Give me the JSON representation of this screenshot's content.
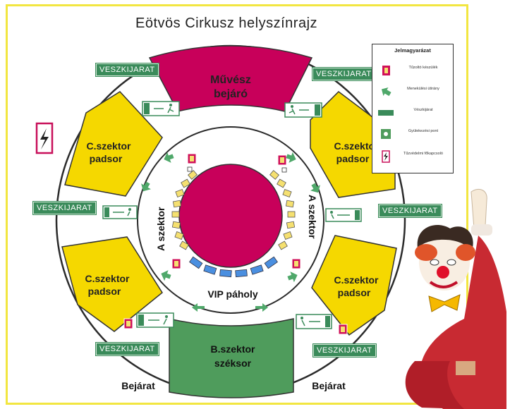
{
  "title": "Eötvös  Cirkusz helyszínrajz",
  "stage": {
    "line1": "Művész",
    "line2": "bejáró"
  },
  "c_sectors": {
    "line1": "C.szektor",
    "line2": "padsor"
  },
  "a_sector": "A szektor",
  "vip": "VIP páholy",
  "b_sector": {
    "line1": "B.szektor",
    "line2": "széksor"
  },
  "entrance": "Bejárat",
  "exit_sign": "VESZKIJARAT",
  "legend": {
    "title": "Jelmagyarázat",
    "items": [
      {
        "icon": "fire-extinguisher-icon",
        "label": "Tűzoltó készülék"
      },
      {
        "icon": "escape-route-arrow-icon",
        "label": "Menekülési útirány"
      },
      {
        "icon": "emergency-exit-sign-icon",
        "label": "Vészkijárat"
      },
      {
        "icon": "assembly-point-icon",
        "label": "Gyülekezési pont"
      },
      {
        "icon": "main-power-switch-icon",
        "label": "Tűzvédelmi főkapcsoló"
      }
    ]
  },
  "colors": {
    "stage": "#c8005a",
    "seats_c": "#f5d800",
    "seats_b": "#4f9c5c",
    "ring": "#2b2b2b",
    "exit": "#3a8b5a",
    "a_seat": "#f5e070",
    "vip_seat": "#4a8fe0"
  }
}
